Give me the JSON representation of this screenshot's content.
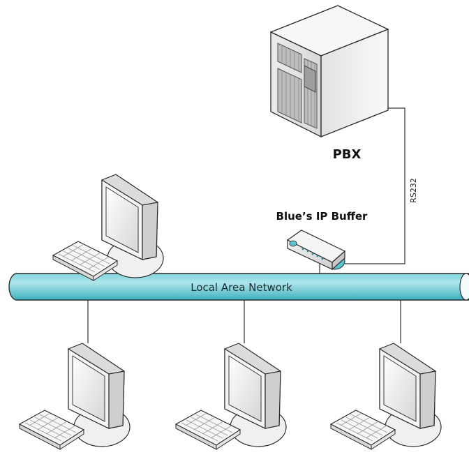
{
  "labels": {
    "pbx": "PBX",
    "ip_buffer": "Blue’s IP Buffer",
    "rs232": "RS232",
    "lan": "Local Area Network"
  },
  "colors": {
    "lan_fill": "#4fbfcc",
    "lan_light": "#a7e4ea",
    "lan_stroke": "#2c2c2c",
    "buffer_accent": "#58c4d0",
    "device_fill": "#f2f2f2",
    "outline": "#2a2a2a"
  },
  "workstations": [
    {
      "position": "top-left"
    },
    {
      "position": "bottom-left"
    },
    {
      "position": "bottom-center"
    },
    {
      "position": "bottom-right"
    }
  ]
}
